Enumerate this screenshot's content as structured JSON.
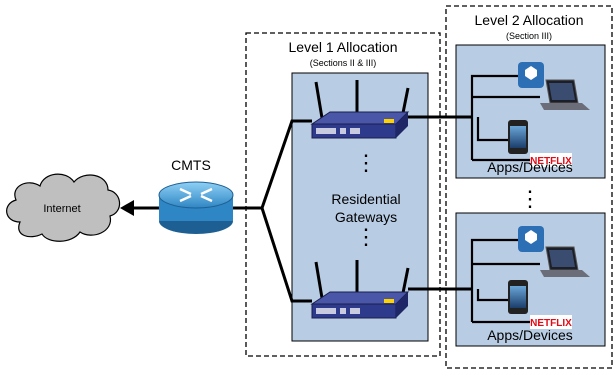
{
  "level1": {
    "title": "Level 1 Allocation",
    "subtitle": "(Sections II & III)",
    "gateways_label_line1": "Residential",
    "gateways_label_line2": "Gateways",
    "ellipsis_top": "⋮",
    "ellipsis_bottom": "⋮"
  },
  "level2": {
    "title": "Level 2 Allocation",
    "subtitle": "(Section III)",
    "groups": [
      {
        "label": "Apps/Devices",
        "netflix_text": "NETFLIX"
      },
      {
        "label": "Apps/Devices",
        "netflix_text": "NETFLIX"
      }
    ],
    "ellipsis": "⋮"
  },
  "cmts": {
    "label": "CMTS"
  },
  "internet": {
    "label": "Internet"
  },
  "colors": {
    "panel_fill": "#b8cce4",
    "router_body": "#2e3a8c",
    "cmts_fill": "#4aa3d8",
    "cloud_fill": "#bfbfbf",
    "netflix_red": "#e50914"
  }
}
